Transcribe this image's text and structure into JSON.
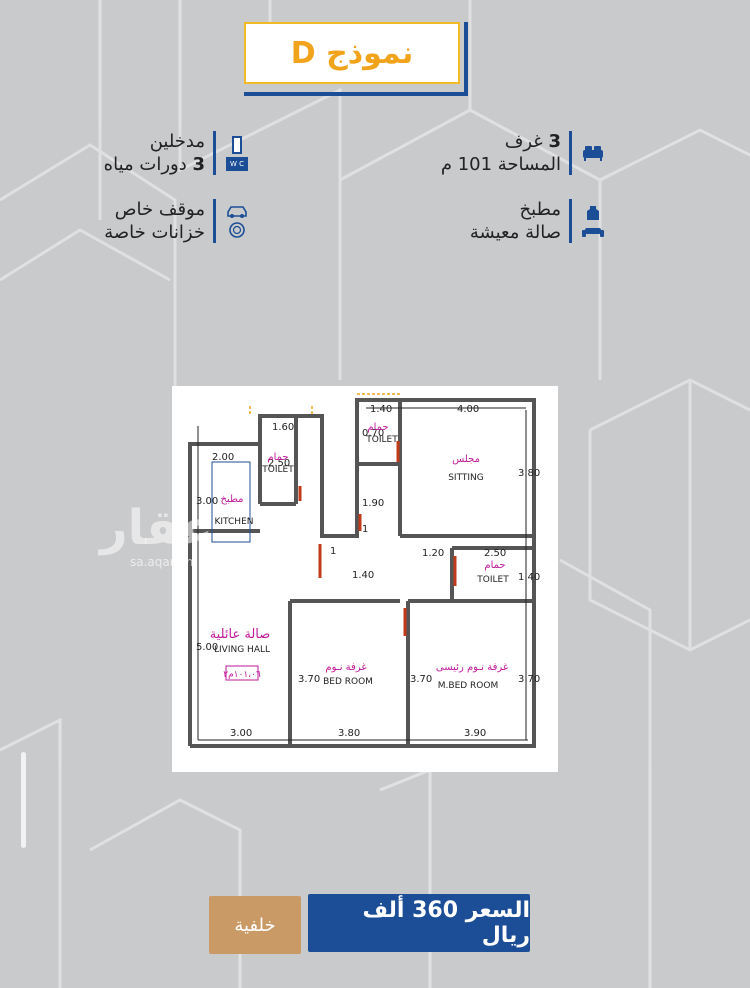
{
  "title": "نموذج D",
  "features_right": [
    {
      "icon": "bed-icon",
      "line1_num": "3",
      "line1_text": "غرف",
      "line2": "المساحة 101 م"
    },
    {
      "icon": "kitchen-sofa-icon",
      "line1": "مطبخ",
      "line2": "صالة معيشة"
    }
  ],
  "features_left": [
    {
      "icon": "door-wc-icon",
      "line1": "مدخلين",
      "line2_num": "3",
      "line2_text": "دورات مياه"
    },
    {
      "icon": "car-tank-icon",
      "line1": "موقف خاص",
      "line2": "خزانات خاصة"
    }
  ],
  "icon_wc_text": "W C",
  "watermark": {
    "text": "عقار",
    "sub": "sa.aqar.fm"
  },
  "plan": {
    "dims": [
      "1.40",
      "4.00",
      "1.60",
      "2.00",
      "2.50",
      "0.70",
      "3.80",
      "3.00",
      "1.90",
      "1.40",
      "2.50",
      "1.40",
      "1.20",
      "5.00",
      "3.70",
      "3.70",
      "3.70",
      "3.00",
      "3.80",
      "3.90",
      "1",
      "1"
    ],
    "labels": {
      "toilet_ar": "حمام",
      "toilet_en": "TOILET",
      "kitchen_ar": "مطبخ",
      "kitchen_en": "KITCHEN",
      "sitting_ar": "مجلس",
      "sitting_en": "SITTING",
      "living_ar": "صالة عائلية",
      "living_en": "LIVING HALL",
      "area": "١٠١،٠٦م٢",
      "bed_ar": "غرفة نـوم",
      "bed_en": "BED ROOM",
      "mbed_ar": "غرفة نـوم رئيسى",
      "mbed_en": "M.BED ROOM"
    }
  },
  "buttons": {
    "price": "السعر 360 ألف ريال",
    "back": "خلفية"
  }
}
